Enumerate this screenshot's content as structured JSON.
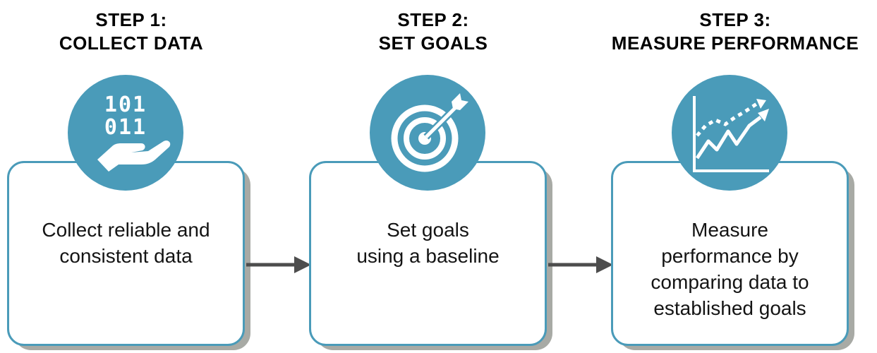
{
  "colors": {
    "accent": "#4a9bb9",
    "shadow": "#a8aaa5",
    "connector": "#4d4d4d"
  },
  "steps": [
    {
      "title_line1": "STEP 1:",
      "title_line2": "COLLECT DATA",
      "icon": "binary-hand-icon",
      "text_lines": [
        "Collect reliable and",
        "consistent data"
      ]
    },
    {
      "title_line1": "STEP 2:",
      "title_line2": "SET GOALS",
      "icon": "target-arrow-icon",
      "text_lines": [
        "Set goals",
        "using a baseline"
      ]
    },
    {
      "title_line1": "STEP 3:",
      "title_line2": "MEASURE PERFORMANCE",
      "icon": "trend-chart-icon",
      "text_lines": [
        "Measure",
        "performance by",
        "comparing data to",
        "established goals"
      ]
    }
  ],
  "icons": {
    "binary_top": "101",
    "binary_bottom": "011"
  }
}
